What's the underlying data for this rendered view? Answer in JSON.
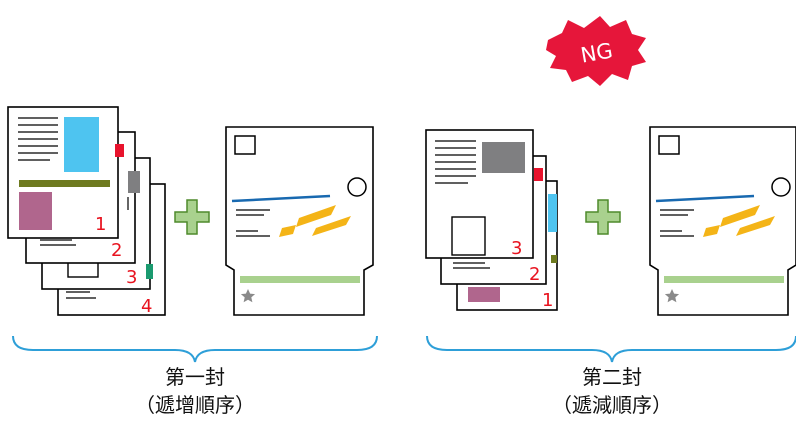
{
  "colors": {
    "outline": "#000000",
    "page_number": "#e8131f",
    "photo_blue": "#4ec4f0",
    "photo_gray": "#7f7f81",
    "olive_bar": "#6e7a1f",
    "mauve": "#b0668d",
    "red_tab": "#e8132d",
    "teal_tab": "#1a9a6f",
    "envelope_blue_line": "#1869b0",
    "envelope_yellow": "#f4b417",
    "envelope_green_bar": "#a9d18e",
    "plus_fill": "#a9d18e",
    "plus_stroke": "#4f8a2c",
    "ng_burst": "#e6163a",
    "ng_text": "#ffffff",
    "brace": "#2e9fd8",
    "star": "#8a8a8a"
  },
  "badge": {
    "text": "NG"
  },
  "left_group": {
    "page_numbers": [
      "1",
      "2",
      "3",
      "4"
    ],
    "caption_line1": "第一封",
    "caption_line2": "（遞增順序）"
  },
  "right_group": {
    "page_numbers": [
      "3",
      "2",
      "1"
    ],
    "caption_line1": "第二封",
    "caption_line2": "（遞減順序）"
  },
  "icons": {
    "plus": "plus-icon",
    "star": "star-icon",
    "window": "envelope-window-icon",
    "circle": "envelope-circle-icon"
  }
}
